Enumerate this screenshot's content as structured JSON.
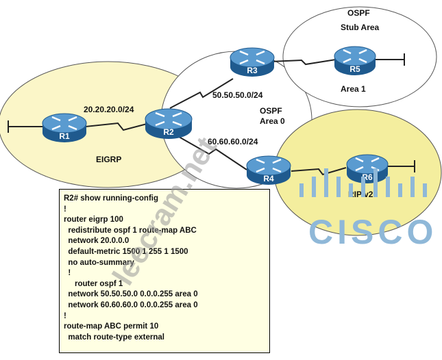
{
  "areas": {
    "eigrp": {
      "label": "EIGRP"
    },
    "ospf_area0": {
      "label_line1": "OSPF",
      "label_line2": "Area 0"
    },
    "ospf_stub": {
      "label_line1": "OSPF",
      "label_line2": "Stub Area",
      "area_label": "Area 1"
    },
    "rip": {
      "label": "RIP v2"
    }
  },
  "routers": [
    {
      "id": "r1",
      "label": "R1"
    },
    {
      "id": "r2",
      "label": "R2"
    },
    {
      "id": "r3",
      "label": "R3"
    },
    {
      "id": "r4",
      "label": "R4"
    },
    {
      "id": "r5",
      "label": "R5"
    },
    {
      "id": "r6",
      "label": "R6"
    }
  ],
  "subnets": {
    "r1_r2": "20.20.20.0/24",
    "r2_r3": "50.50.50.0/24",
    "r2_r4": "60.60.60.0/24"
  },
  "watermark": "leecram.net",
  "logo": {
    "text": "CISCO"
  },
  "colors": {
    "yellow_area": "#fbf6c8",
    "rip_area": "#f4ee9e",
    "router_body": "#3d7fb8",
    "cisco_blue": "#8fb8d8"
  },
  "config": {
    "lines": [
      "R2# show running-config",
      "!",
      "router eigrp 100",
      "  redistribute ospf 1 route-map ABC",
      "  network 20.0.0.0",
      "  default-metric 1500 1 255 1 1500",
      "  no auto-summary",
      "  !",
      "     router ospf 1",
      "  network 50.50.50.0 0.0.0.255 area 0",
      "  network 60.60.60.0 0.0.0.255 area 0",
      "!",
      "route-map ABC permit 10",
      "  match route-type external"
    ]
  }
}
